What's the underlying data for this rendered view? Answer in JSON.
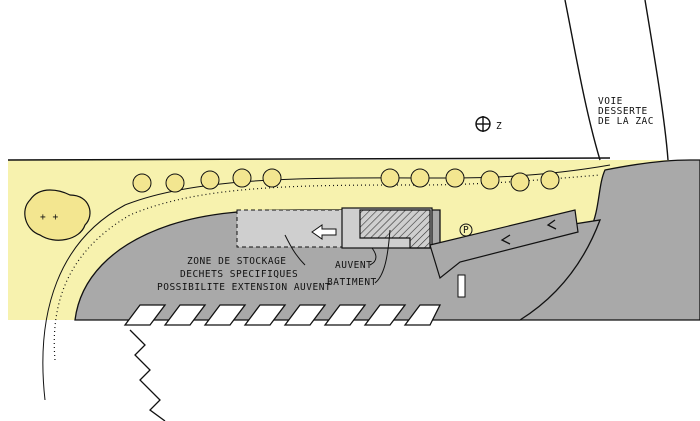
{
  "colors": {
    "lawn": "#f7f2ae",
    "road": "#a9a9a9",
    "building": "#cfcfcf",
    "ink": "#111111"
  },
  "labels": {
    "storage_line1": "ZONE DE STOCKAGE",
    "storage_line2": "DECHETS SPECIFIQUES",
    "storage_line3": "POSSIBILITE EXTENSION AUVENT",
    "canopy": "AUVENT",
    "building": "BATIMENT",
    "road_line1": "VOIE",
    "road_line2": "DESSERTE",
    "road_line3": "DE LA ZAC",
    "north": "Z",
    "parking": "P"
  },
  "parking_space_count": 8
}
